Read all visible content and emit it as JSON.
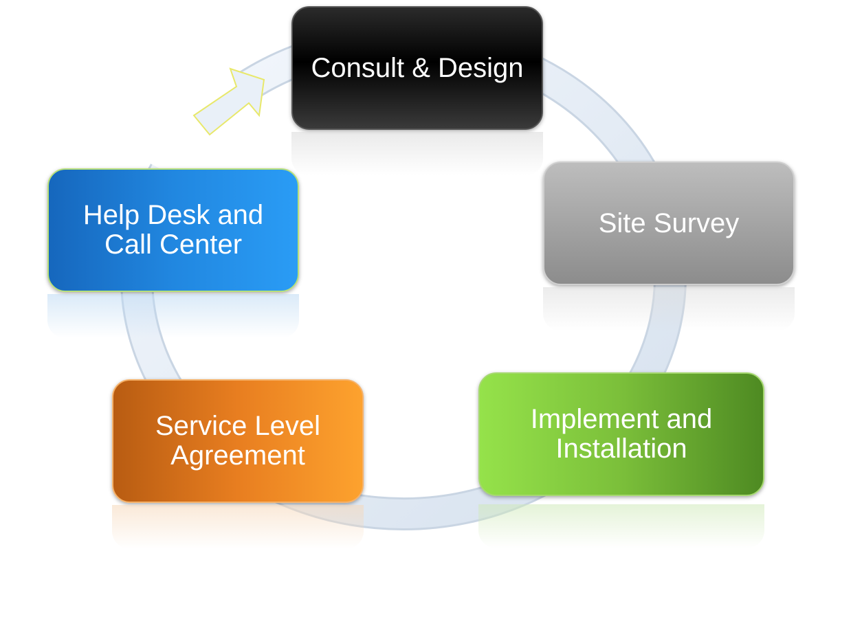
{
  "diagram": {
    "steps": [
      {
        "id": "consult",
        "label": "Consult & Design",
        "color": "#1a1a1a"
      },
      {
        "id": "survey",
        "label": "Site Survey",
        "color": "#9e9e9e"
      },
      {
        "id": "implement",
        "label": "Implement and\nInstallation",
        "color": "#7ec83a"
      },
      {
        "id": "sla",
        "label": "Service Level\nAgreement",
        "color": "#f0891e"
      },
      {
        "id": "helpdesk",
        "label": "Help Desk and\nCall Center",
        "color": "#1f8be0"
      }
    ],
    "ring_color": "#e6eef8"
  }
}
